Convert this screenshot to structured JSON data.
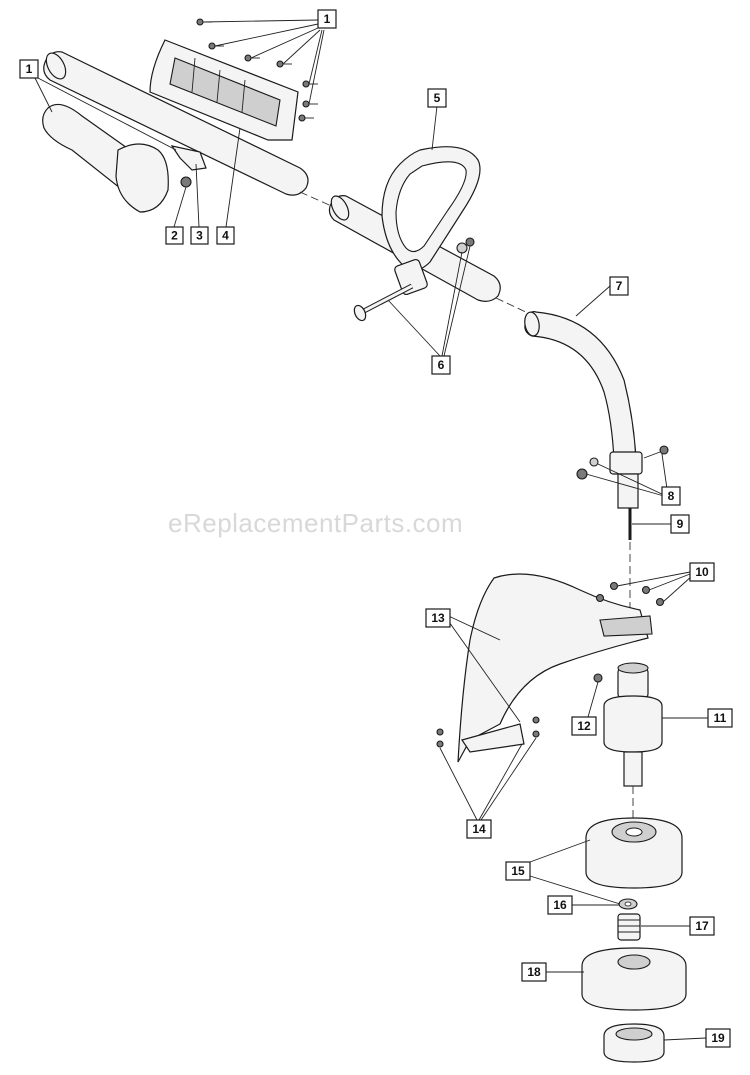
{
  "watermark": "eReplacementParts.com",
  "callouts": [
    {
      "id": "c1a",
      "label": "1"
    },
    {
      "id": "c1b",
      "label": "1"
    },
    {
      "id": "c2",
      "label": "2"
    },
    {
      "id": "c3",
      "label": "3"
    },
    {
      "id": "c4",
      "label": "4"
    },
    {
      "id": "c5",
      "label": "5"
    },
    {
      "id": "c6",
      "label": "6"
    },
    {
      "id": "c7",
      "label": "7"
    },
    {
      "id": "c8",
      "label": "8"
    },
    {
      "id": "c9",
      "label": "9"
    },
    {
      "id": "c10",
      "label": "10"
    },
    {
      "id": "c11",
      "label": "11"
    },
    {
      "id": "c12",
      "label": "12"
    },
    {
      "id": "c13",
      "label": "13"
    },
    {
      "id": "c14",
      "label": "14"
    },
    {
      "id": "c15",
      "label": "15"
    },
    {
      "id": "c16",
      "label": "16"
    },
    {
      "id": "c17",
      "label": "17"
    },
    {
      "id": "c18",
      "label": "18"
    },
    {
      "id": "c19",
      "label": "19"
    }
  ]
}
